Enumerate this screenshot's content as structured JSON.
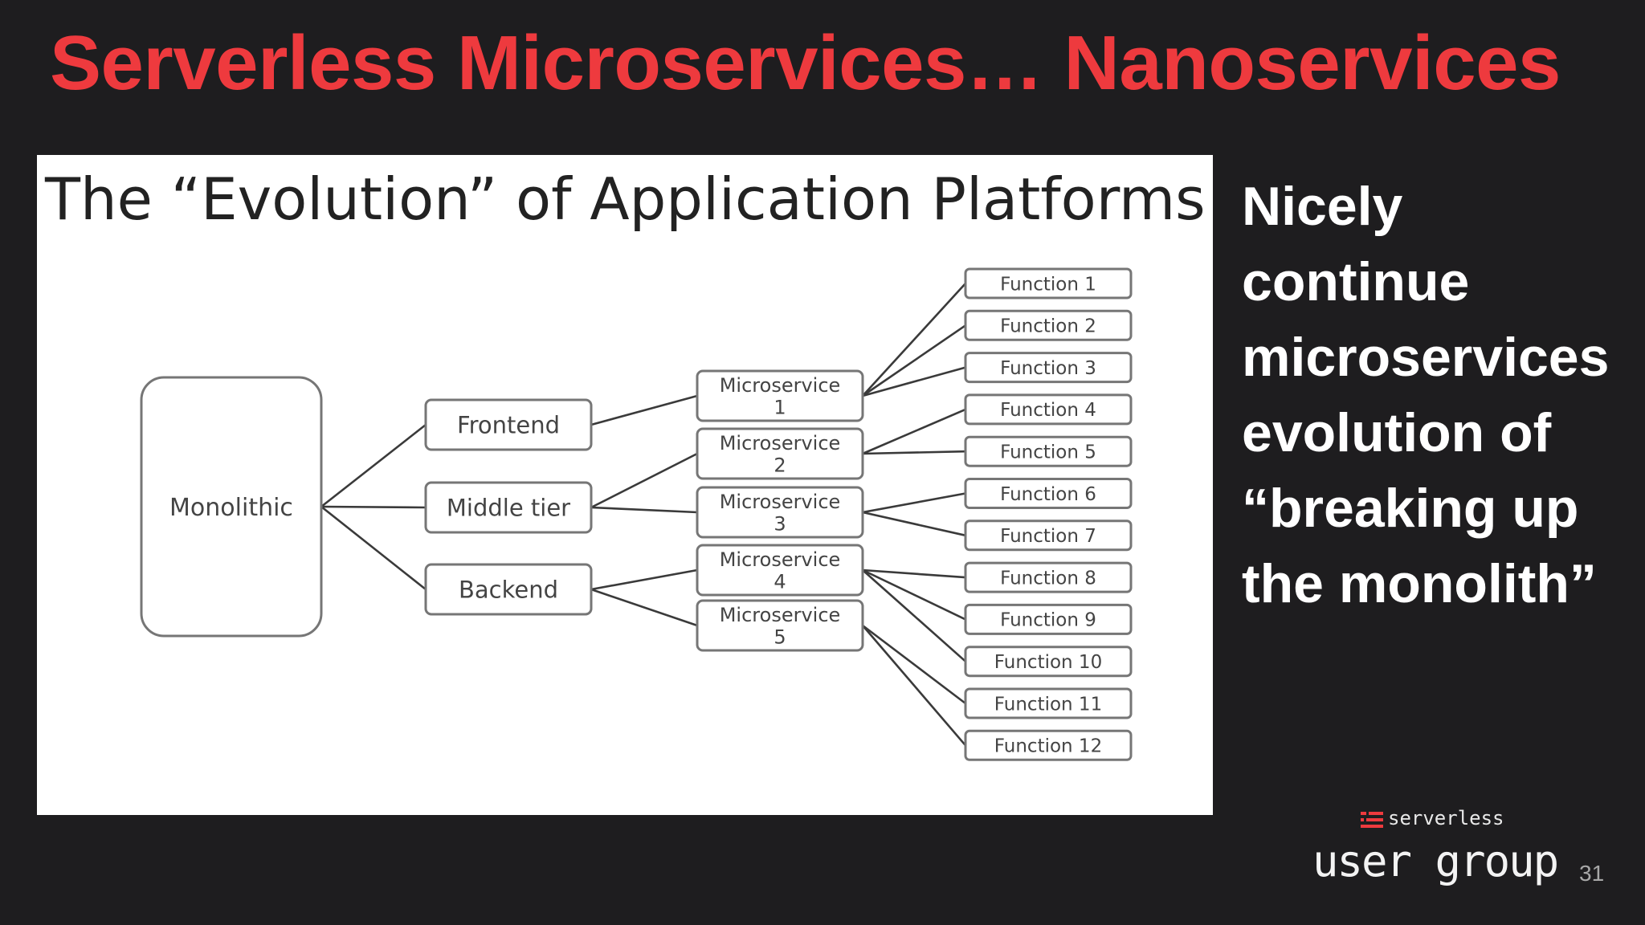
{
  "slide": {
    "title": "Serverless Microservices… Nanoservices",
    "page_number": "31"
  },
  "diagram": {
    "heading": "The “Evolution” of Application Platforms",
    "monolith": {
      "id": "monolithic",
      "label": [
        "Monolithic"
      ]
    },
    "tiers": [
      {
        "id": "frontend",
        "label": [
          "Frontend"
        ]
      },
      {
        "id": "middle-tier",
        "label": [
          "Middle tier"
        ]
      },
      {
        "id": "backend",
        "label": [
          "Backend"
        ]
      }
    ],
    "microservices": [
      {
        "id": "ms1",
        "label": [
          "Microservice",
          "1"
        ]
      },
      {
        "id": "ms2",
        "label": [
          "Microservice",
          "2"
        ]
      },
      {
        "id": "ms3",
        "label": [
          "Microservice",
          "3"
        ]
      },
      {
        "id": "ms4",
        "label": [
          "Microservice",
          "4"
        ]
      },
      {
        "id": "ms5",
        "label": [
          "Microservice",
          "5"
        ]
      }
    ],
    "functions": [
      {
        "id": "f1",
        "label": [
          "Function 1"
        ]
      },
      {
        "id": "f2",
        "label": [
          "Function 2"
        ]
      },
      {
        "id": "f3",
        "label": [
          "Function 3"
        ]
      },
      {
        "id": "f4",
        "label": [
          "Function 4"
        ]
      },
      {
        "id": "f5",
        "label": [
          "Function 5"
        ]
      },
      {
        "id": "f6",
        "label": [
          "Function 6"
        ]
      },
      {
        "id": "f7",
        "label": [
          "Function 7"
        ]
      },
      {
        "id": "f8",
        "label": [
          "Function 8"
        ]
      },
      {
        "id": "f9",
        "label": [
          "Function 9"
        ]
      },
      {
        "id": "f10",
        "label": [
          "Function 10"
        ]
      },
      {
        "id": "f11",
        "label": [
          "Function 11"
        ]
      },
      {
        "id": "f12",
        "label": [
          "Function 12"
        ]
      }
    ],
    "edges": [
      [
        "monolithic",
        "frontend"
      ],
      [
        "monolithic",
        "middle-tier"
      ],
      [
        "monolithic",
        "backend"
      ],
      [
        "frontend",
        "ms1"
      ],
      [
        "middle-tier",
        "ms2"
      ],
      [
        "middle-tier",
        "ms3"
      ],
      [
        "backend",
        "ms4"
      ],
      [
        "backend",
        "ms5"
      ],
      [
        "ms1",
        "f1"
      ],
      [
        "ms1",
        "f2"
      ],
      [
        "ms1",
        "f3"
      ],
      [
        "ms2",
        "f4"
      ],
      [
        "ms2",
        "f5"
      ],
      [
        "ms3",
        "f6"
      ],
      [
        "ms3",
        "f7"
      ],
      [
        "ms4",
        "f8"
      ],
      [
        "ms4",
        "f9"
      ],
      [
        "ms4",
        "f10"
      ],
      [
        "ms5",
        "f11"
      ],
      [
        "ms5",
        "f12"
      ]
    ]
  },
  "sidebar": {
    "lines": [
      "Nicely",
      "continue",
      "microservices",
      "evolution of",
      "“breaking up",
      "the monolith”"
    ]
  },
  "logo": {
    "small_text": "serverless",
    "big_text": "user group",
    "accent_color": "#ee3a3e"
  },
  "colors": {
    "background": "#1e1d1f",
    "title": "#ee3a3e",
    "side_text": "#ffffff"
  }
}
